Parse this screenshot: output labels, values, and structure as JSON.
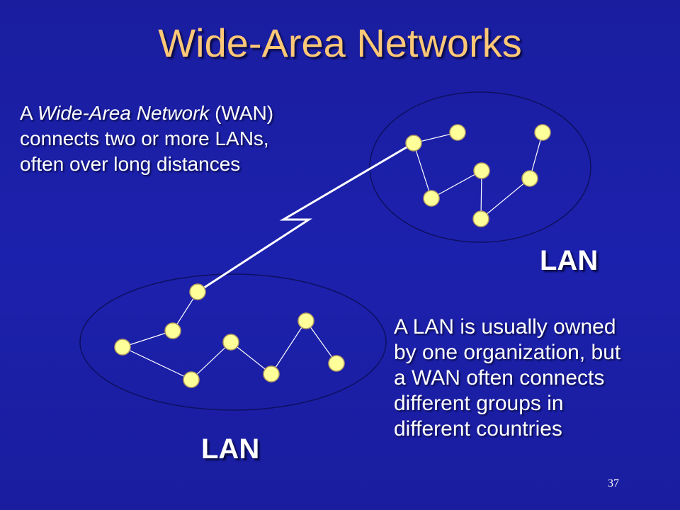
{
  "slide": {
    "title": "Wide-Area Networks",
    "wan_description": {
      "lead": "A ",
      "term": "Wide-Area Network",
      "after_term": " (WAN)",
      "line2": "connects two or more LANs,",
      "line3": "often over long distances"
    },
    "lan_labels": {
      "top": "LAN",
      "bottom": "LAN"
    },
    "lan_description": {
      "line1": "A LAN is usually owned",
      "line2": "by one organization, but",
      "line3": "a WAN often connects",
      "line4": "different groups in",
      "line5": "different countries"
    },
    "page_number": "37"
  },
  "colors": {
    "background": "#1b1fa6",
    "title": "#ffc877",
    "text": "#ffffff",
    "node_fill": "#ffff99",
    "node_stroke": "#b8a060",
    "link": "#ffffff"
  }
}
